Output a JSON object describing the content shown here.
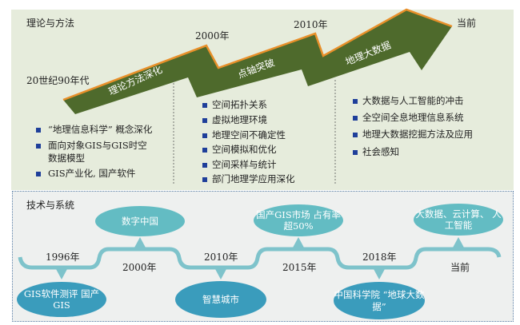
{
  "theory": {
    "title": "理论与方法",
    "periods": [
      "20世纪90年代",
      "2000年",
      "2010年",
      "当前"
    ],
    "arrow_labels": [
      "理论方法深化",
      "点轴突破",
      "地理大数据"
    ],
    "col1": [
      "“地理信息科学” 概念深化",
      "面向对象GIS与GIS时空",
      "数据模型",
      "GIS产业化, 国产软件"
    ],
    "col2": [
      "空间拓扑关系",
      "虚拟地理环境",
      "地理空间不确定性",
      "空间模拟和优化",
      "空间采样与统计",
      "部门地理学应用深化"
    ],
    "col3": [
      "大数据与人工智能的冲击",
      "全空间全息地理信息系统",
      "地理大数据挖掘方法及应用",
      "社会感知"
    ]
  },
  "tech": {
    "title": "技术与系统",
    "years": [
      "1996年",
      "2000年",
      "2010年",
      "2015年",
      "2018年",
      "当前"
    ],
    "events": [
      "GIS软件测评 国产GIS",
      "数字中国",
      "智慧城市",
      "国产GIS市场 占有率超50%",
      "中国科学院 “地球大数据”",
      "大数据、云计算、 人工智能"
    ]
  },
  "colors": {
    "arrow": "#4e6a2c",
    "edge": "#e8902a",
    "light": "#63bcc3",
    "dark": "#3a9cbc",
    "line": "#7ec3cb"
  }
}
